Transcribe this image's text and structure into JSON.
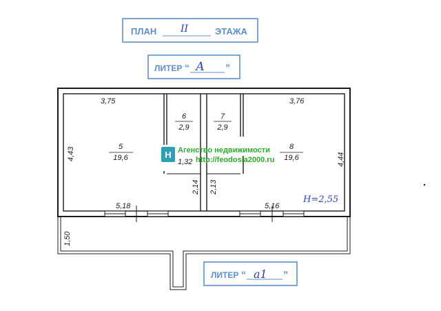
{
  "stamps": {
    "plan": {
      "prefix": "ПЛАН",
      "value": "II",
      "suffix": "ЭТАЖА"
    },
    "liter_top": {
      "prefix": "ЛИТЕР",
      "value": "А"
    },
    "liter_bottom": {
      "prefix": "ЛИТЕР",
      "value": "а1"
    }
  },
  "rooms": [
    {
      "number": "5",
      "area": "19,6"
    },
    {
      "number": "6",
      "area": "2,9"
    },
    {
      "number": "7",
      "area": "2,9"
    },
    {
      "number": "8",
      "area": "19,6"
    }
  ],
  "dimensions": {
    "top_left": "3,75",
    "top_right": "3,76",
    "left_side": "4,43",
    "right_side": "4,44",
    "bottom_left": "5,18",
    "bottom_right": "5,16",
    "corridor_left": "2,14",
    "corridor_right": "2,13",
    "door_width": "1,32",
    "balcony_depth": "1,50"
  },
  "height_note": "H=2,55",
  "watermark": {
    "line1": "Агенство недвижимости",
    "line2": "http://feodosia2000.ru",
    "logo_letter": "Н"
  },
  "colors": {
    "stamp": "#5b8fc9",
    "handwriting": "#2a3fb0",
    "watermark_text": "#2ea82e",
    "watermark_logo": "#2f9fb2"
  }
}
